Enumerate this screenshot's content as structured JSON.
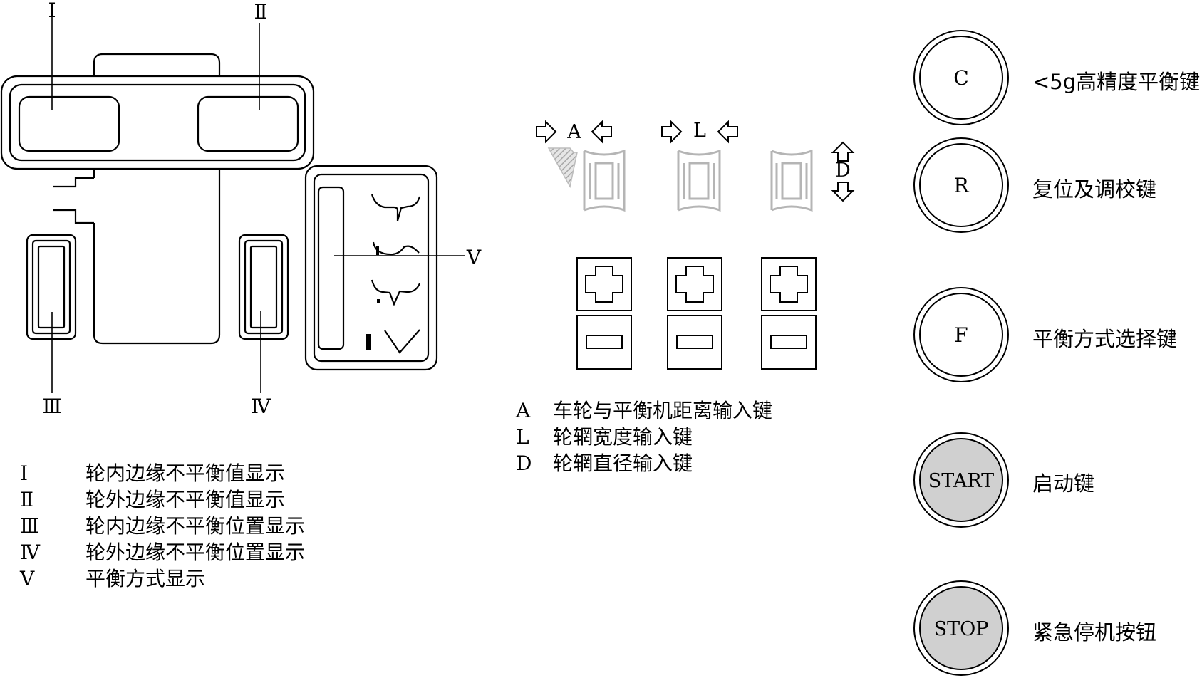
{
  "display_panel": {
    "labels": {
      "I": "Ⅰ",
      "II": "Ⅱ",
      "III": "Ⅲ",
      "IV": "Ⅳ",
      "V": "Ⅴ"
    },
    "legend": [
      {
        "key": "Ⅰ",
        "text": "轮内边缘不平衡值显示"
      },
      {
        "key": "Ⅱ",
        "text": "轮外边缘不平衡值显示"
      },
      {
        "key": "Ⅲ",
        "text": "轮内边缘不平衡位置显示"
      },
      {
        "key": "Ⅳ",
        "text": "轮外边缘不平衡位置显示"
      },
      {
        "key": "Ⅴ",
        "text": "平衡方式显示"
      }
    ]
  },
  "dimension_keys": {
    "labels": {
      "A": "A",
      "L": "L",
      "D": "D"
    },
    "legend": [
      {
        "key": "A",
        "text": "车轮与平衡机距离输入键"
      },
      {
        "key": "L",
        "text": "轮辋宽度输入键"
      },
      {
        "key": "D",
        "text": "轮辋直径输入键"
      }
    ]
  },
  "buttons": [
    {
      "id": "c",
      "face": "C",
      "caption": "<5g高精度平衡键",
      "filled": false,
      "fill_color": "#ffffff"
    },
    {
      "id": "r",
      "face": "R",
      "caption": "复位及调校键",
      "filled": false,
      "fill_color": "#ffffff"
    },
    {
      "id": "f",
      "face": "F",
      "caption": "平衡方式选择键",
      "filled": false,
      "fill_color": "#ffffff"
    },
    {
      "id": "start",
      "face": "START",
      "caption": "启动键",
      "filled": true,
      "fill_color": "#d0d0d0"
    },
    {
      "id": "stop",
      "face": "STOP",
      "caption": "紧急停机按钮",
      "filled": true,
      "fill_color": "#d0d0d0"
    }
  ],
  "colors": {
    "line": "#000000",
    "wheel_gray": "#b8b8b8",
    "button_fill": "#d0d0d0"
  }
}
